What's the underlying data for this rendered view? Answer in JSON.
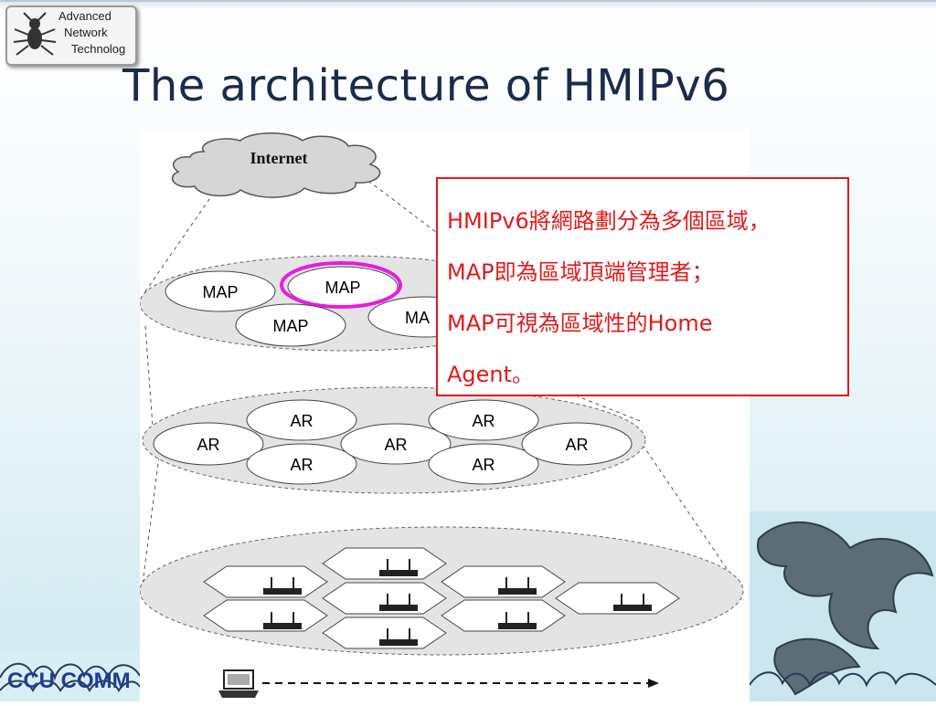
{
  "slide": {
    "title": "The architecture of HMIPv6",
    "logo": {
      "lines": [
        "Advanced",
        "Network",
        "Technolog"
      ]
    },
    "footer": "CCU COMM"
  },
  "diagram": {
    "internet_label": "Internet",
    "map_label": "MAP",
    "map_partial_label": "MA",
    "ar_label": "AR",
    "highlight_color": "#e51ee0"
  },
  "note": {
    "color": "#e0191b",
    "lines": [
      "HMIPv6將網路劃分為多個區域，",
      "MAP即為區域頂端管理者；",
      "MAP可視為區域性的Home",
      "Agent。"
    ]
  }
}
